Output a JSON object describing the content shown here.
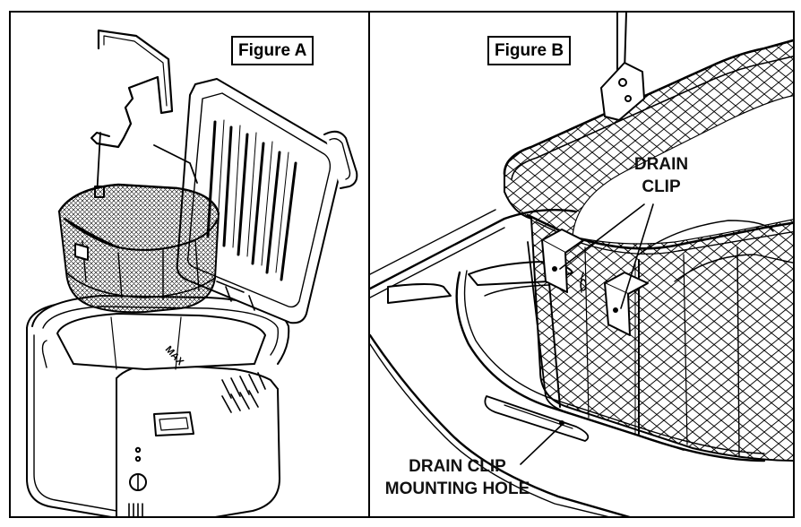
{
  "figures": {
    "a": {
      "label": "Figure A"
    },
    "b": {
      "label": "Figure B",
      "callouts": {
        "drain_clip": {
          "line1": "DRAIN",
          "line2": "CLIP"
        },
        "mounting_hole": {
          "line1": "DRAIN CLIP",
          "line2": "MOUNTING HOLE"
        }
      }
    }
  },
  "fryer": {
    "max_marking": "MAX"
  },
  "colors": {
    "ink": "#000000",
    "paper": "#ffffff"
  }
}
